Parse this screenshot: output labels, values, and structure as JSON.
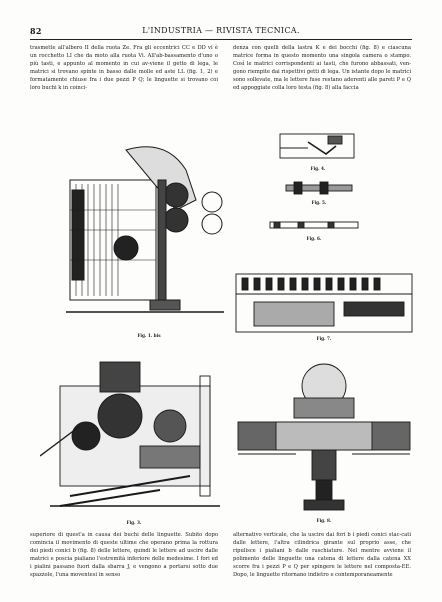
{
  "header": {
    "page_number": "82",
    "journal_title": "L'INDUSTRIA — RIVISTA TECNICA."
  },
  "text": {
    "left_top": "trasmette all'albero II della ruota Ze. Fra gli eccentrici CC e DD vi è un rocchetto LI che da moto alla ruota Vi. All'ab-bassamento d'uno o più tasti, e appunto al momento in cui av-viene il getto di lega, le matrici si trovano spinte in basso dalle molle ed aste LL (fig. 1, 2) e formatamente chiuse fra i due pezzi P Q; le linguette si trovano coi loro buchi k in coinci-",
    "right_top": "denza con quelli della lastra K e dei bocchi (fig. 8) e ciascuna matrice forma in questo momento una singola camera o stampo. Così le matrici corrispondenti ai tasti, che furono abbassati, ven-gono riempite dai rispettivi getti di lega. Un istante dopo le matrici sono sollevate, ma le lettere fuse restano aderenti alle pareti P e Q ed appoggiate colla loro testa (fig. 8) alla faccia",
    "left_bottom": "superiore di quest'a in causa dei buchi delle linguette. Subito dopo comincia il movimento di queste ultime che operano prima la rottura dei piedi conici b (fig. 8) delle lettere, quindi le lettere ad uscire dalle matrici e poscia pialiano l'estremità inferiore delle medesime. I fori ed i pialini passano fuori dalla sbarra J, e vengono a portarsi sotto due spazzole, l'una moventesi in senso",
    "right_bottom": "alternativo verticale, che la uscire dai fori b i piedi conici stac-cati dalle lettere, l'altra cilindrica girante sul proprio asse, che ripulisce i pialiani b dalle raschiature. Nel mentre avviene il polimento delle linguette una catena di lettere dalla catena XX scorre fra i pezzi P e Q per spingere le lettere nel composta-EE. Dopo, le linguette ritornano indietro e contemporaneamente"
  },
  "captions": {
    "fig1": "Fig. 1. bis",
    "fig3": "Fig. 3.",
    "fig4": "Fig. 4.",
    "fig5": "Fig. 5.",
    "fig6": "Fig. 6.",
    "fig7": "Fig. 7.",
    "fig8": "Fig. 8."
  }
}
